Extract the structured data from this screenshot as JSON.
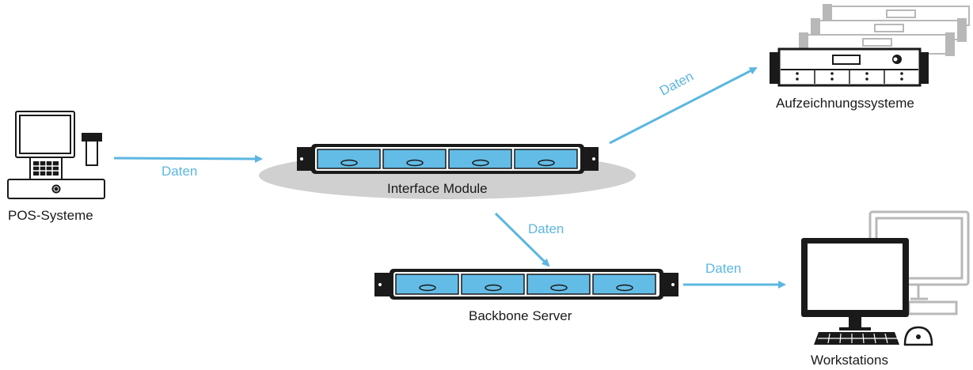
{
  "nodes": {
    "pos": {
      "label": "POS-Systeme"
    },
    "interface": {
      "label": "Interface Module"
    },
    "recording": {
      "label": "Aufzeichnungssysteme"
    },
    "backbone": {
      "label": "Backbone Server"
    },
    "workstations": {
      "label": "Workstations"
    }
  },
  "edges": [
    {
      "from": "pos",
      "to": "interface",
      "label": "Daten"
    },
    {
      "from": "interface",
      "to": "recording",
      "label": "Daten"
    },
    {
      "from": "interface",
      "to": "backbone",
      "label": "Daten"
    },
    {
      "from": "backbone",
      "to": "workstations",
      "label": "Daten"
    }
  ],
  "colors": {
    "arrow": "#5cb7e0",
    "server_bay": "#63bce6",
    "ellipse": "#d0d0d0",
    "outline": "#1a1a1a",
    "ghost": "#b8b8b8"
  }
}
